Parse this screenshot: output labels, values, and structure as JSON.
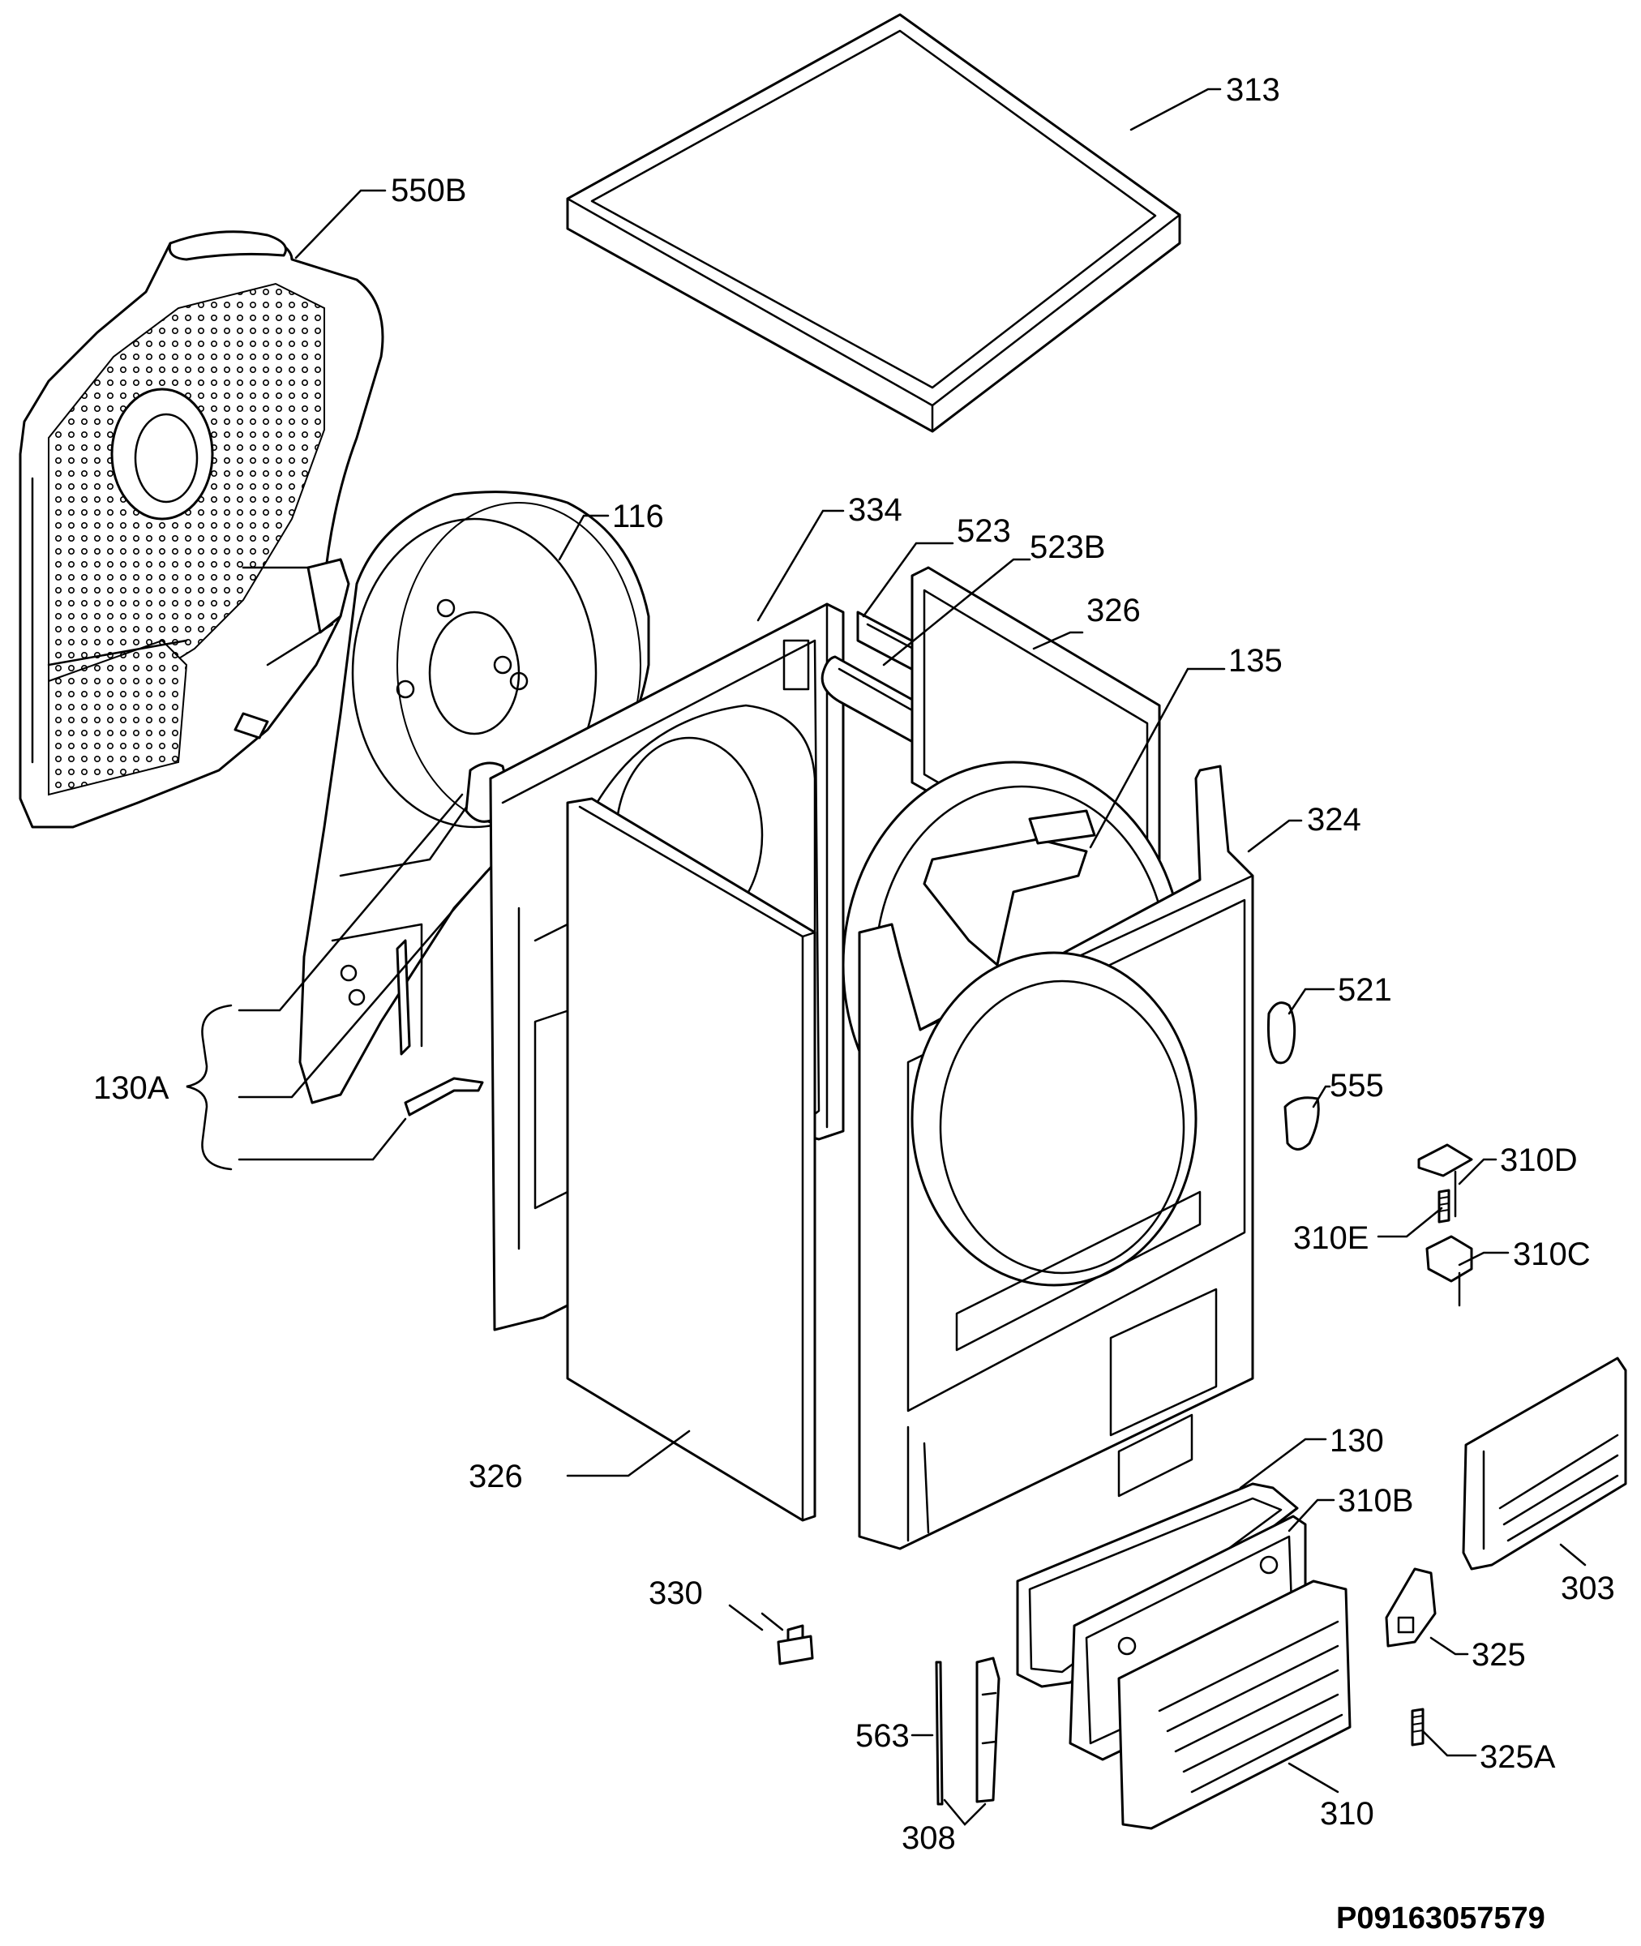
{
  "document_code": "P09163057579",
  "labels": {
    "l313": "313",
    "l550B": "550B",
    "l116": "116",
    "l334": "334",
    "l523": "523",
    "l523B": "523B",
    "l326_top": "326",
    "l135": "135",
    "l324": "324",
    "l521": "521",
    "l555": "555",
    "l130A": "130A",
    "l310D": "310D",
    "l310E": "310E",
    "l310C": "310C",
    "l130": "130",
    "l326_bottom": "326",
    "l310B": "310B",
    "l330": "330",
    "l303": "303",
    "l325": "325",
    "l563": "563",
    "l325A": "325A",
    "l308": "308",
    "l310": "310"
  }
}
